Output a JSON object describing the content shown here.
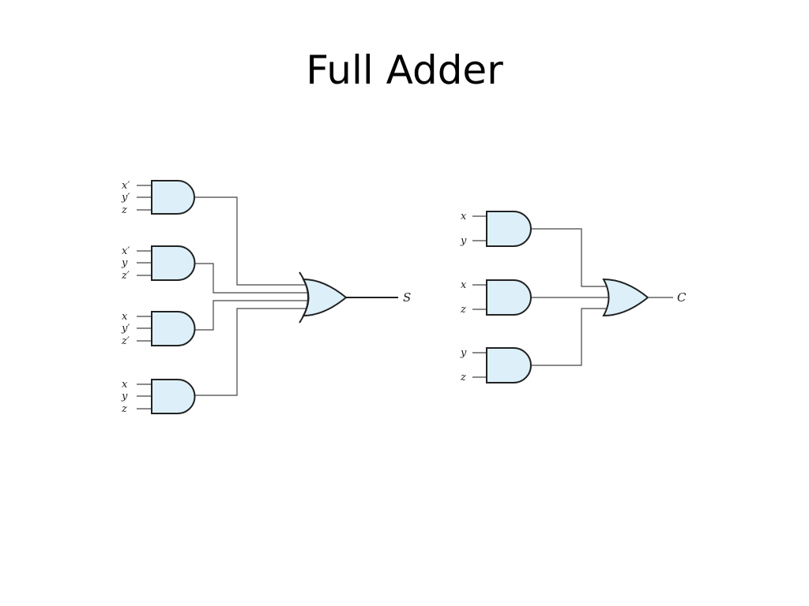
{
  "title": "Full Adder",
  "colors": {
    "gate_fill": "#ddf0fa",
    "gate_stroke": "#222222",
    "wire": "#444444"
  },
  "sum_circuit": {
    "output_label": "S",
    "and_gates": [
      {
        "inputs": [
          "x′",
          "y′",
          "z"
        ]
      },
      {
        "inputs": [
          "x′",
          "y",
          "z′"
        ]
      },
      {
        "inputs": [
          "x",
          "y′",
          "z′"
        ]
      },
      {
        "inputs": [
          "x",
          "y",
          "z"
        ]
      }
    ]
  },
  "carry_circuit": {
    "output_label": "C",
    "and_gates": [
      {
        "inputs": [
          "x",
          "y"
        ]
      },
      {
        "inputs": [
          "x",
          "z"
        ]
      },
      {
        "inputs": [
          "y",
          "z"
        ]
      }
    ]
  }
}
